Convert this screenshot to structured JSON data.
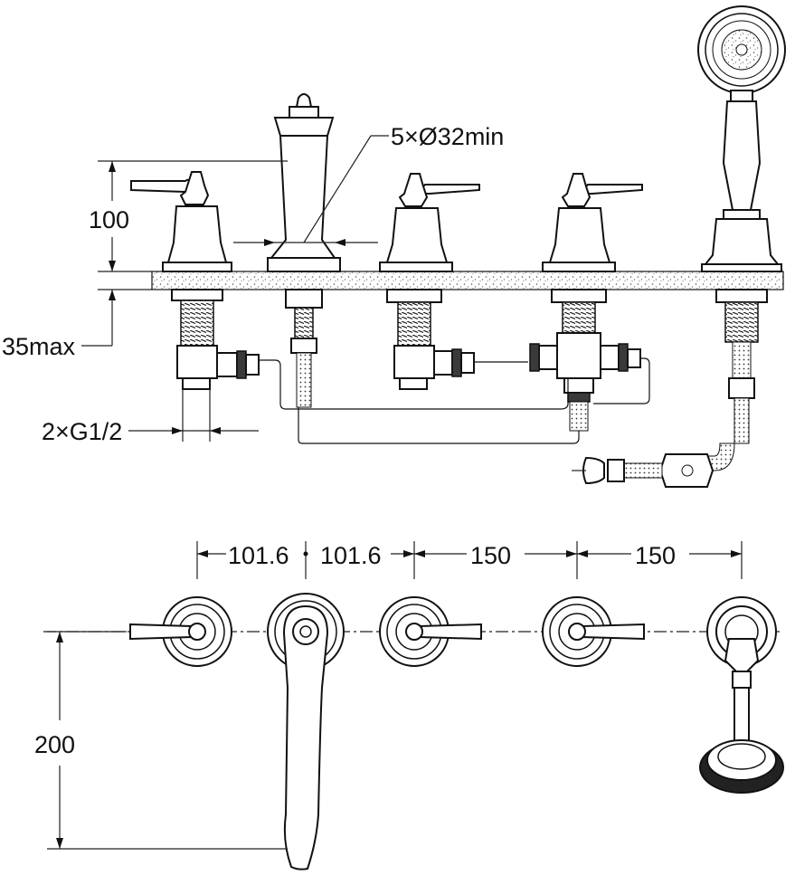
{
  "labels": {
    "hole_spec": "5×Ø32min",
    "height_above_deck": "100",
    "deck_thickness": "35max",
    "connection": "2×G1/2",
    "spacing_1": "101.6",
    "spacing_2": "101.6",
    "spacing_3": "150",
    "spacing_4": "150",
    "spout_projection": "200"
  },
  "colors": {
    "line": "#111111",
    "background": "#ffffff"
  }
}
